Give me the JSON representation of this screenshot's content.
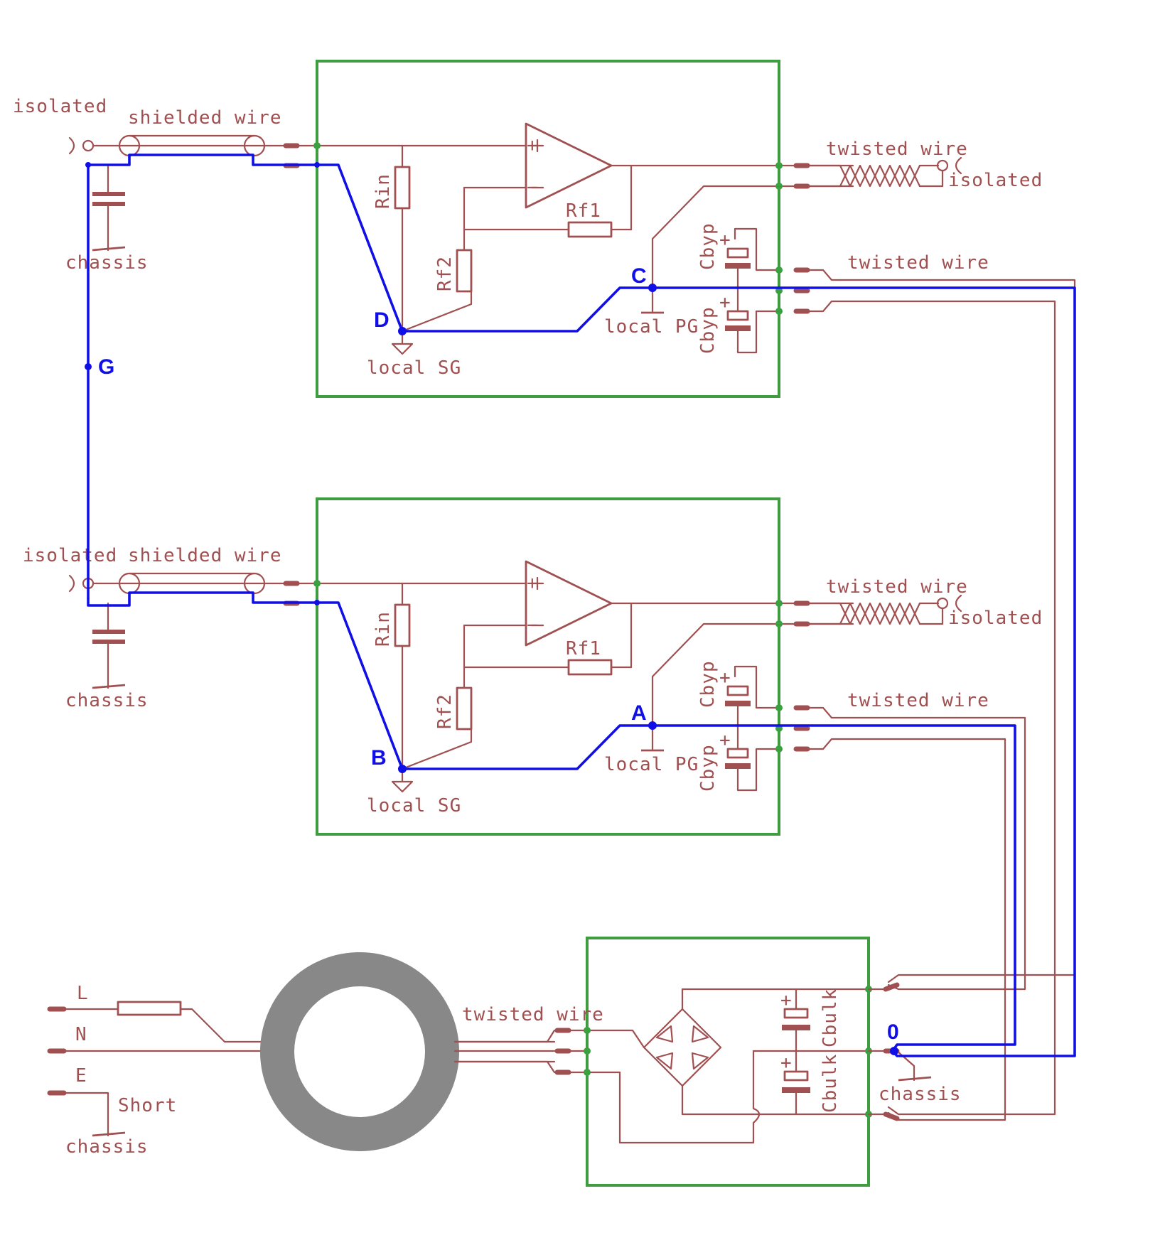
{
  "colors": {
    "wire": "#a05050",
    "ground_net": "#1010e6",
    "module_box": "#3f9c3f",
    "junction": "#3aa040",
    "toroid": "#888888"
  },
  "labels": {
    "isolated": "isolated",
    "shielded_wire": "shielded wire",
    "twisted_wire": "twisted wire",
    "chassis": "chassis",
    "rin": "Rin",
    "rf1": "Rf1",
    "rf2": "Rf2",
    "cbyp": "Cbyp",
    "cbulk": "Cbulk",
    "local_sg": "local SG",
    "local_pg": "local PG",
    "short": "Short",
    "plus": "+",
    "minus": "−",
    "mains_l": "L",
    "mains_n": "N",
    "mains_e": "E"
  },
  "nodes": {
    "a": "A",
    "b": "B",
    "c": "C",
    "d": "D",
    "g": "G",
    "o": "0"
  }
}
